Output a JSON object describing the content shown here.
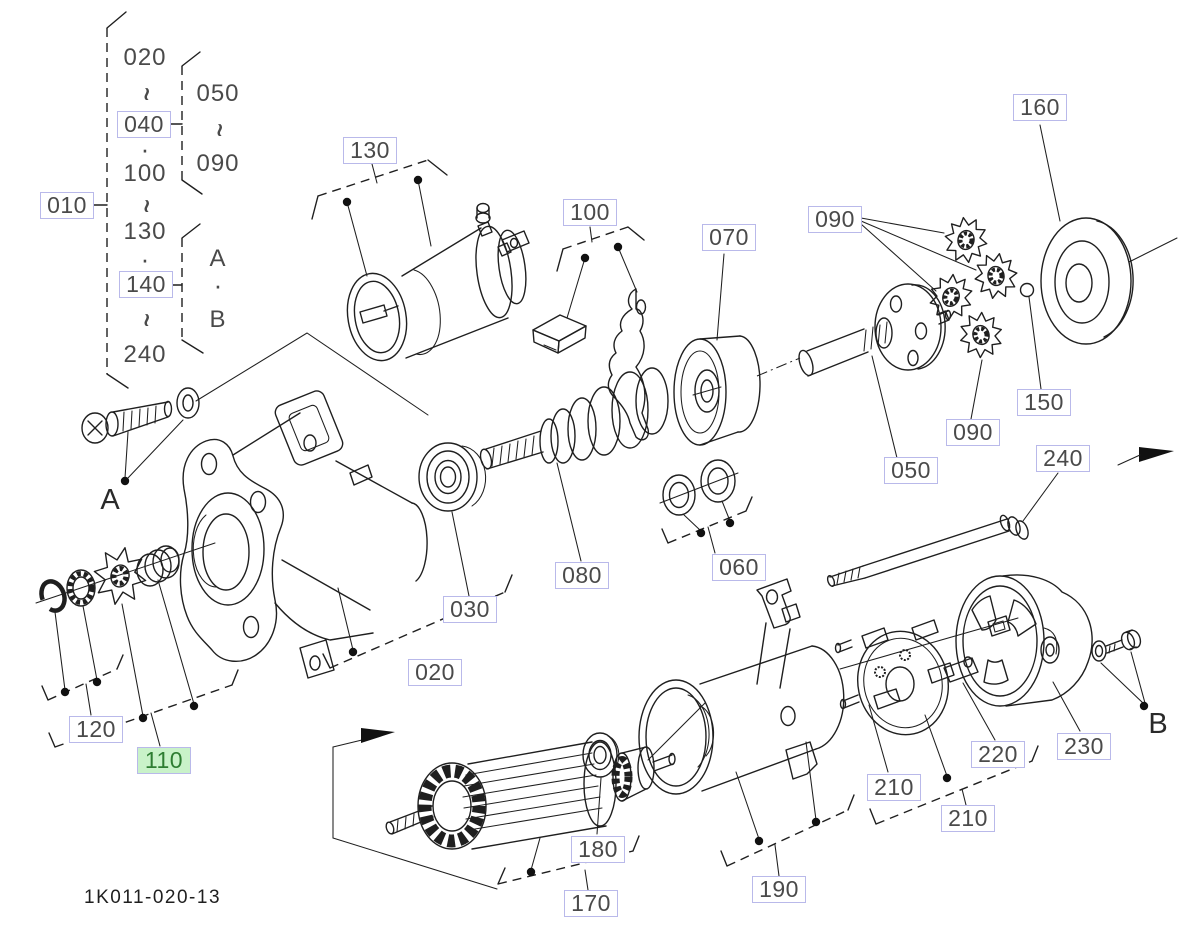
{
  "diagram": {
    "drawing_number": "1K011-020-13",
    "highlighted_item": "110",
    "colors": {
      "callout_border": "#b9b9ea",
      "callout_text": "#4a4a4a",
      "highlight_bg": "#c9f2c9",
      "highlight_text": "#2e7d32",
      "line": "#1f1f1f"
    }
  },
  "legend": {
    "group": "010",
    "column": [
      "020",
      "~",
      "040",
      "·",
      "100",
      "~",
      "130",
      "·",
      "140",
      "~",
      "240"
    ],
    "sub_range": [
      "050",
      "~",
      "090"
    ],
    "sub_views": [
      "A",
      "·",
      "B"
    ]
  },
  "callouts": {
    "solenoid": "130",
    "lever_set": "100",
    "drum": "070",
    "gears_top": "090",
    "ring_gear": "160",
    "gears_bottom": "090",
    "ball": "150",
    "carrier_shaft": "050",
    "through_bolt": "240",
    "clutch": "080",
    "front_bearing": "030",
    "front_bracket": "020",
    "washers": "060",
    "retainer_set": "120",
    "pinion_set": "110",
    "rear_bearing": "180",
    "armature": "170",
    "yoke": "190",
    "brush_holder": "210",
    "brush_set": "220",
    "rear_cover": "230"
  },
  "view_refs": {
    "bolt_a": "A",
    "screw_b": "B"
  }
}
